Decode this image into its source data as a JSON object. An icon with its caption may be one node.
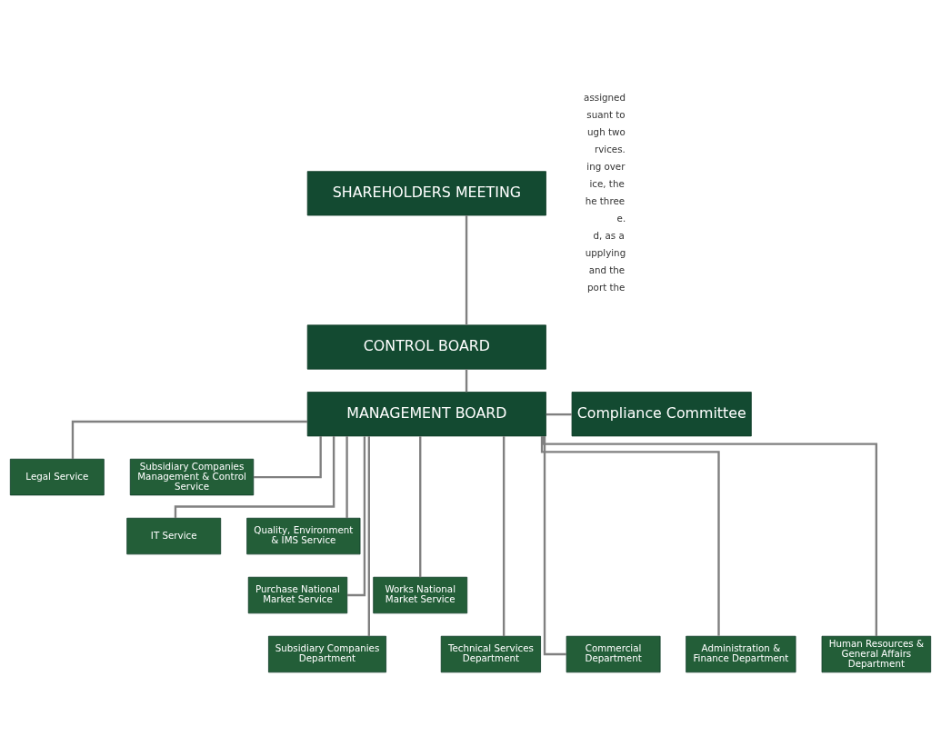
{
  "diagram": {
    "nodes": [
      {
        "text": [
          "SHAREHOLDERS MEETING"
        ]
      },
      {
        "text": [
          "CONTROL BOARD"
        ]
      },
      {
        "text": [
          "MANAGEMENT BOARD"
        ]
      },
      {
        "text": [
          "Compliance Committee"
        ]
      },
      {
        "text": [
          "Legal Service"
        ]
      },
      {
        "text": [
          "Subsidiary Companies Management & Control Service"
        ]
      },
      {
        "text": [
          "IT Service"
        ]
      },
      {
        "text": [
          "Quality, Environment & IMS Service"
        ]
      },
      {
        "text": [
          "Purchase National Market Service"
        ]
      },
      {
        "text": [
          "Works National Market Service"
        ]
      },
      {
        "text": [
          "Subsidiary Companies Department"
        ]
      },
      {
        "text": [
          "Technical Services Department"
        ]
      },
      {
        "text": [
          "Commercial Department"
        ]
      },
      {
        "text": [
          "Administration & Finance Department"
        ]
      },
      {
        "text": [
          "Human Resources & General Affairs Department"
        ]
      }
    ],
    "edges": [
      {
        "from": 0,
        "to": 1,
        "arrow": "none"
      },
      {
        "from": 1,
        "to": 2,
        "arrow": "none"
      },
      {
        "from": 2,
        "to": 3,
        "arrow": "none"
      },
      {
        "from": 2,
        "to": 4,
        "arrow": "none"
      },
      {
        "from": 2,
        "to": 5,
        "arrow": "none"
      },
      {
        "from": 2,
        "to": 6,
        "arrow": "none"
      },
      {
        "from": 2,
        "to": 7,
        "arrow": "none"
      },
      {
        "from": 2,
        "to": 8,
        "arrow": "none"
      },
      {
        "from": 2,
        "to": 9,
        "arrow": "none"
      },
      {
        "from": 2,
        "to": 10,
        "arrow": "none"
      },
      {
        "from": 2,
        "to": 11,
        "arrow": "none"
      },
      {
        "from": 2,
        "to": 12,
        "arrow": "none"
      },
      {
        "from": 2,
        "to": 13,
        "arrow": "none"
      },
      {
        "from": 2,
        "to": 14,
        "arrow": "none"
      }
    ],
    "labels": [
      "assigned",
      "suant to",
      "ugh two",
      "rvices.",
      "ing over",
      "ice, the",
      "he three",
      "e.",
      "d, as a",
      "upplying",
      "and the",
      "port the"
    ]
  }
}
